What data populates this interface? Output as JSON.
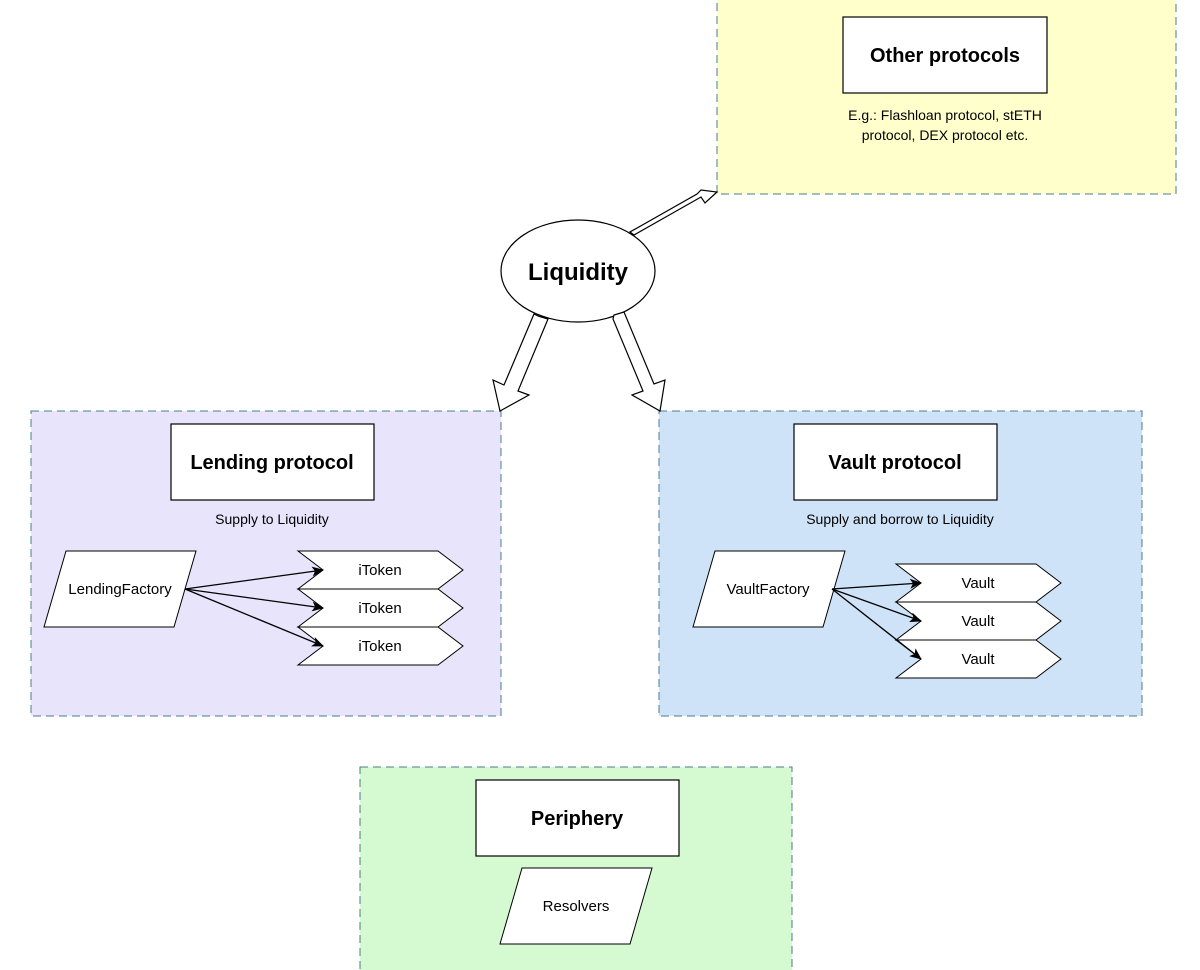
{
  "colors": {
    "other_fill": "#FFFFCC",
    "lending_fill": "#E8E4FB",
    "vault_fill": "#CFE3F8",
    "periphery_fill": "#D5F9D1",
    "group_border": "#4A7C8C",
    "stroke": "#000000"
  },
  "center": {
    "label": "Liquidity"
  },
  "other": {
    "title": "Other protocols",
    "desc_line1": "E.g.: Flashloan protocol, stETH",
    "desc_line2": "protocol, DEX protocol etc."
  },
  "lending": {
    "title": "Lending protocol",
    "caption": "Supply to Liquidity",
    "factory": "LendingFactory",
    "items": [
      "iToken",
      "iToken",
      "iToken"
    ]
  },
  "vault": {
    "title": "Vault protocol",
    "caption": "Supply and borrow to Liquidity",
    "factory": "VaultFactory",
    "items": [
      "Vault",
      "Vault",
      "Vault"
    ]
  },
  "periphery": {
    "title": "Periphery",
    "item": "Resolvers"
  }
}
